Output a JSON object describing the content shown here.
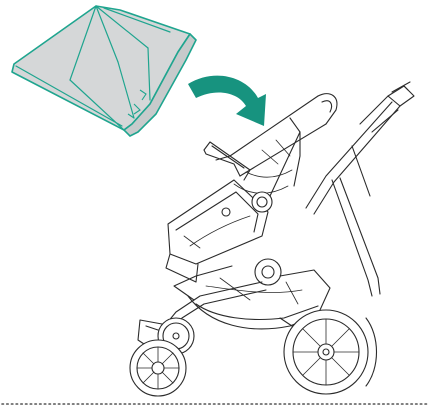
{
  "diagram": {
    "step": "attach-canopy-to-stroller",
    "colors": {
      "canopy_fill": "#d5d7d8",
      "canopy_outline": "#1fa58f",
      "arrow": "#17937f",
      "line_art": "#2b2b2b",
      "divider": "#555555"
    },
    "icons": [
      "canopy-part",
      "direction-arrow",
      "stroller-frame"
    ]
  }
}
